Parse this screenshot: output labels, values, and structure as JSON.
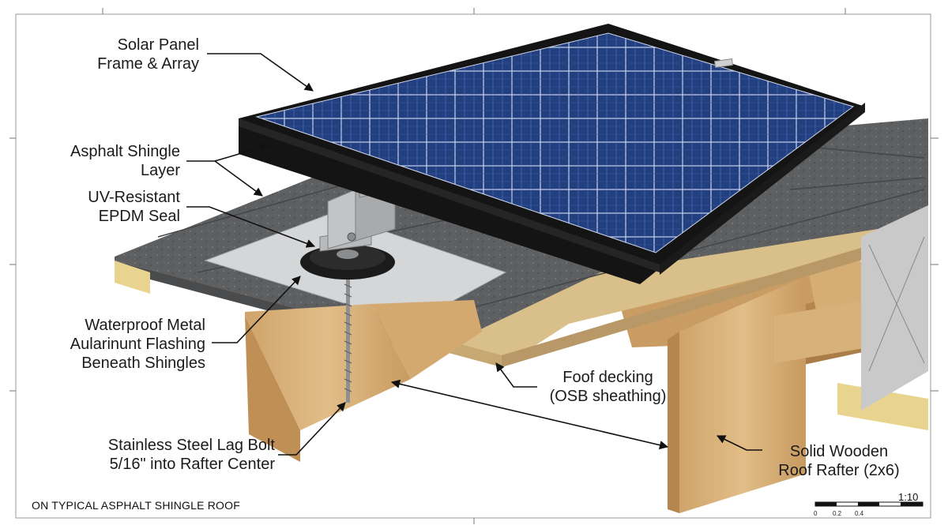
{
  "labels": {
    "solar_panel": {
      "line1": "Solar Panel",
      "line2": "Frame & Array"
    },
    "asphalt_shingle": {
      "line1": "Asphalt Shingle",
      "line2": "Layer"
    },
    "uv_seal": {
      "line1": "UV-Resistant",
      "line2": "EPDM Seal"
    },
    "flashing": {
      "line1": "Waterproof Metal",
      "line2": "Aularinunt Flashing",
      "line3": "Beneath Shingles"
    },
    "decking": {
      "line1": "Foof decking",
      "line2": "(OSB sheathing)"
    },
    "lag_bolt": {
      "line1": "Stainless Steel Lag Bolt",
      "line2": "5/16\" into Rafter Center"
    },
    "rafter": {
      "line1": "Solid Wooden",
      "line2": "Roof Rafter (2x6)"
    }
  },
  "footer": {
    "caption": "ON TYPICAL ASPHALT SHINGLE ROOF"
  },
  "scale_bar": {
    "ratio": "1:10",
    "ticks": [
      "0",
      "0.2",
      "0.4"
    ]
  },
  "colors": {
    "panel_cell": "#1e3a78",
    "panel_frame": "#151515",
    "shingle": "#5d5e60",
    "wood": "#d9b27c",
    "osb": "#d8bf8c",
    "flashing": "#d4d5d6",
    "seal": "#1b1b1b"
  }
}
